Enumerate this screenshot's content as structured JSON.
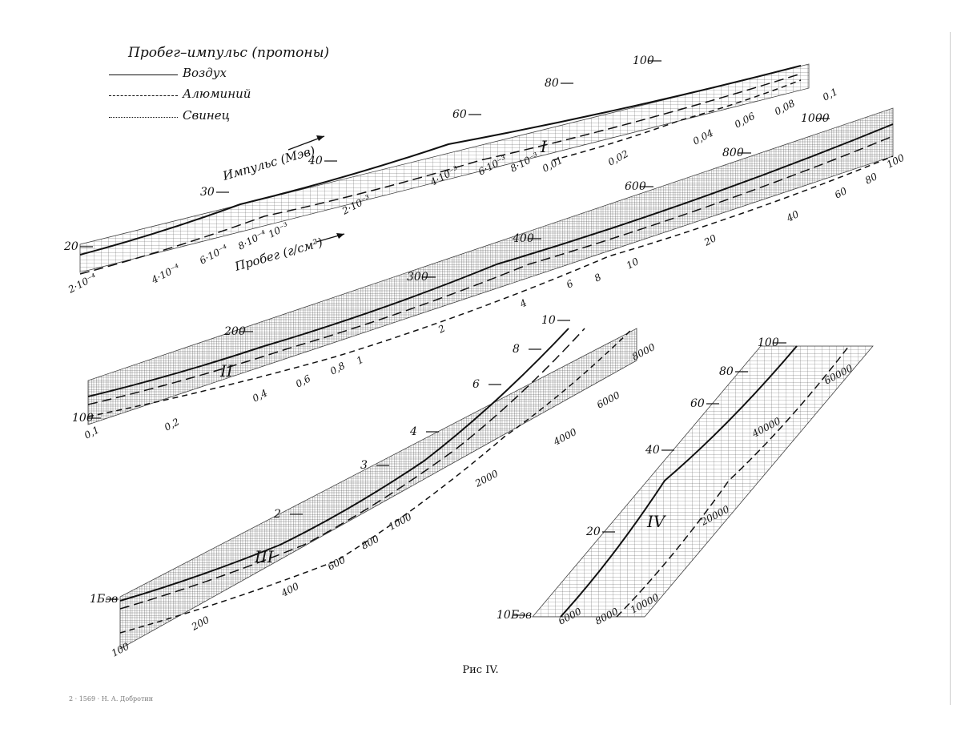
{
  "legend": {
    "title": "Пробег–импульс (протоны)",
    "entries": [
      {
        "label": "Воздух",
        "style": "solid"
      },
      {
        "label": "Алюминий",
        "style": "longdash"
      },
      {
        "label": "Свинец",
        "style": "dash"
      }
    ]
  },
  "caption": "Рис IV.",
  "footer": "2 · 1569 · Н. А. Добротин",
  "colors": {
    "ink": "#111111",
    "grid": "#222222",
    "background": "#ffffff"
  },
  "chart_data": [
    {
      "type": "line",
      "panel": "I",
      "axis_labels": {
        "momentum": "Импульс (Мэв)",
        "range": "Пробег (г/см²)"
      },
      "momentum_ticks": [
        "20",
        "30",
        "40",
        "60",
        "80",
        "100"
      ],
      "range_ticks": [
        "2·10⁻⁴",
        "4·10⁻⁴",
        "6·10⁻⁴",
        "8·10⁻⁴",
        "10⁻³",
        "2·10⁻³",
        "4·10⁻³",
        "6·10⁻³",
        "8·10⁻³",
        "0,01",
        "0,02",
        "0,04",
        "0,06",
        "0,08",
        "0,1"
      ],
      "series": [
        {
          "name": "Воздух",
          "x_momentum": [
            20,
            30,
            40,
            60,
            80,
            100
          ],
          "y_range": [
            0.0002,
            0.0006,
            0.0013,
            0.0043,
            0.01,
            0.019
          ]
        },
        {
          "name": "Алюминий",
          "x_momentum": [
            20,
            30,
            40,
            60,
            80,
            100
          ],
          "y_range": [
            0.00033,
            0.001,
            0.0022,
            0.0072,
            0.017,
            0.032
          ]
        },
        {
          "name": "Свинец",
          "x_momentum": [
            20,
            30,
            40,
            60,
            80,
            100
          ],
          "y_range": [
            0.0013,
            0.004,
            0.009,
            0.028,
            0.065,
            0.12
          ]
        }
      ]
    },
    {
      "type": "line",
      "panel": "II",
      "momentum_ticks": [
        "100",
        "200",
        "300",
        "400",
        "600",
        "800",
        "1000"
      ],
      "range_ticks": [
        "0,1",
        "0,2",
        "0,4",
        "0,6",
        "0,8",
        "1",
        "2",
        "4",
        "6",
        "8",
        "10",
        "20",
        "40",
        "60",
        "80",
        "100"
      ],
      "series": [
        {
          "name": "Воздух",
          "x_momentum": [
            100,
            200,
            300,
            400,
            600,
            800,
            1000
          ],
          "y_range": [
            0.019,
            0.28,
            1.3,
            3.7,
            14,
            33,
            62
          ]
        },
        {
          "name": "Алюминий",
          "x_momentum": [
            100,
            200,
            300,
            400,
            600,
            800,
            1000
          ],
          "y_range": [
            0.032,
            0.45,
            2.1,
            5.7,
            21,
            48,
            88
          ]
        },
        {
          "name": "Свинец",
          "x_momentum": [
            100,
            200,
            300,
            400,
            600,
            800,
            1000
          ],
          "y_range": [
            0.12,
            1.6,
            6.6,
            17,
            56,
            120,
            210
          ]
        }
      ]
    },
    {
      "type": "line",
      "panel": "III",
      "momentum_ticks": [
        "1Бэв",
        "2",
        "3",
        "4",
        "6",
        "8",
        "10"
      ],
      "range_ticks": [
        "100",
        "200",
        "400",
        "600",
        "800",
        "1000",
        "2000",
        "4000",
        "6000",
        "8000"
      ],
      "series": [
        {
          "name": "Воздух",
          "x_momentum_bev": [
            1,
            2,
            3,
            4,
            6,
            8,
            10
          ],
          "y_range": [
            100,
            280,
            480,
            700,
            1150,
            1650,
            2150
          ]
        },
        {
          "name": "Алюминий",
          "x_momentum_bev": [
            1,
            2,
            3,
            4,
            6,
            8,
            10
          ],
          "y_range": [
            120,
            340,
            580,
            850,
            1400,
            2000,
            2600
          ]
        },
        {
          "name": "Свинец",
          "x_momentum_bev": [
            1,
            2,
            3,
            4,
            6,
            8,
            10
          ],
          "y_range": [
            300,
            850,
            1450,
            2100,
            3500,
            5000,
            6500
          ]
        }
      ]
    },
    {
      "type": "line",
      "panel": "IV",
      "momentum_ticks": [
        "10Бэв",
        "20",
        "40",
        "60",
        "80",
        "100"
      ],
      "range_ticks": [
        "6000",
        "8000",
        "10000",
        "20000",
        "40000",
        "60000"
      ],
      "series": [
        {
          "name": "Воздух",
          "x_momentum_bev": [
            10,
            20,
            40,
            60,
            80,
            100
          ],
          "y_range": [
            2150,
            4300,
            8600,
            13000,
            17500,
            22000
          ]
        },
        {
          "name": "Свинец",
          "x_momentum_bev": [
            10,
            20,
            40,
            60,
            80,
            100
          ],
          "y_range": [
            6500,
            13000,
            25000,
            37000,
            49000,
            61000
          ]
        }
      ]
    }
  ]
}
